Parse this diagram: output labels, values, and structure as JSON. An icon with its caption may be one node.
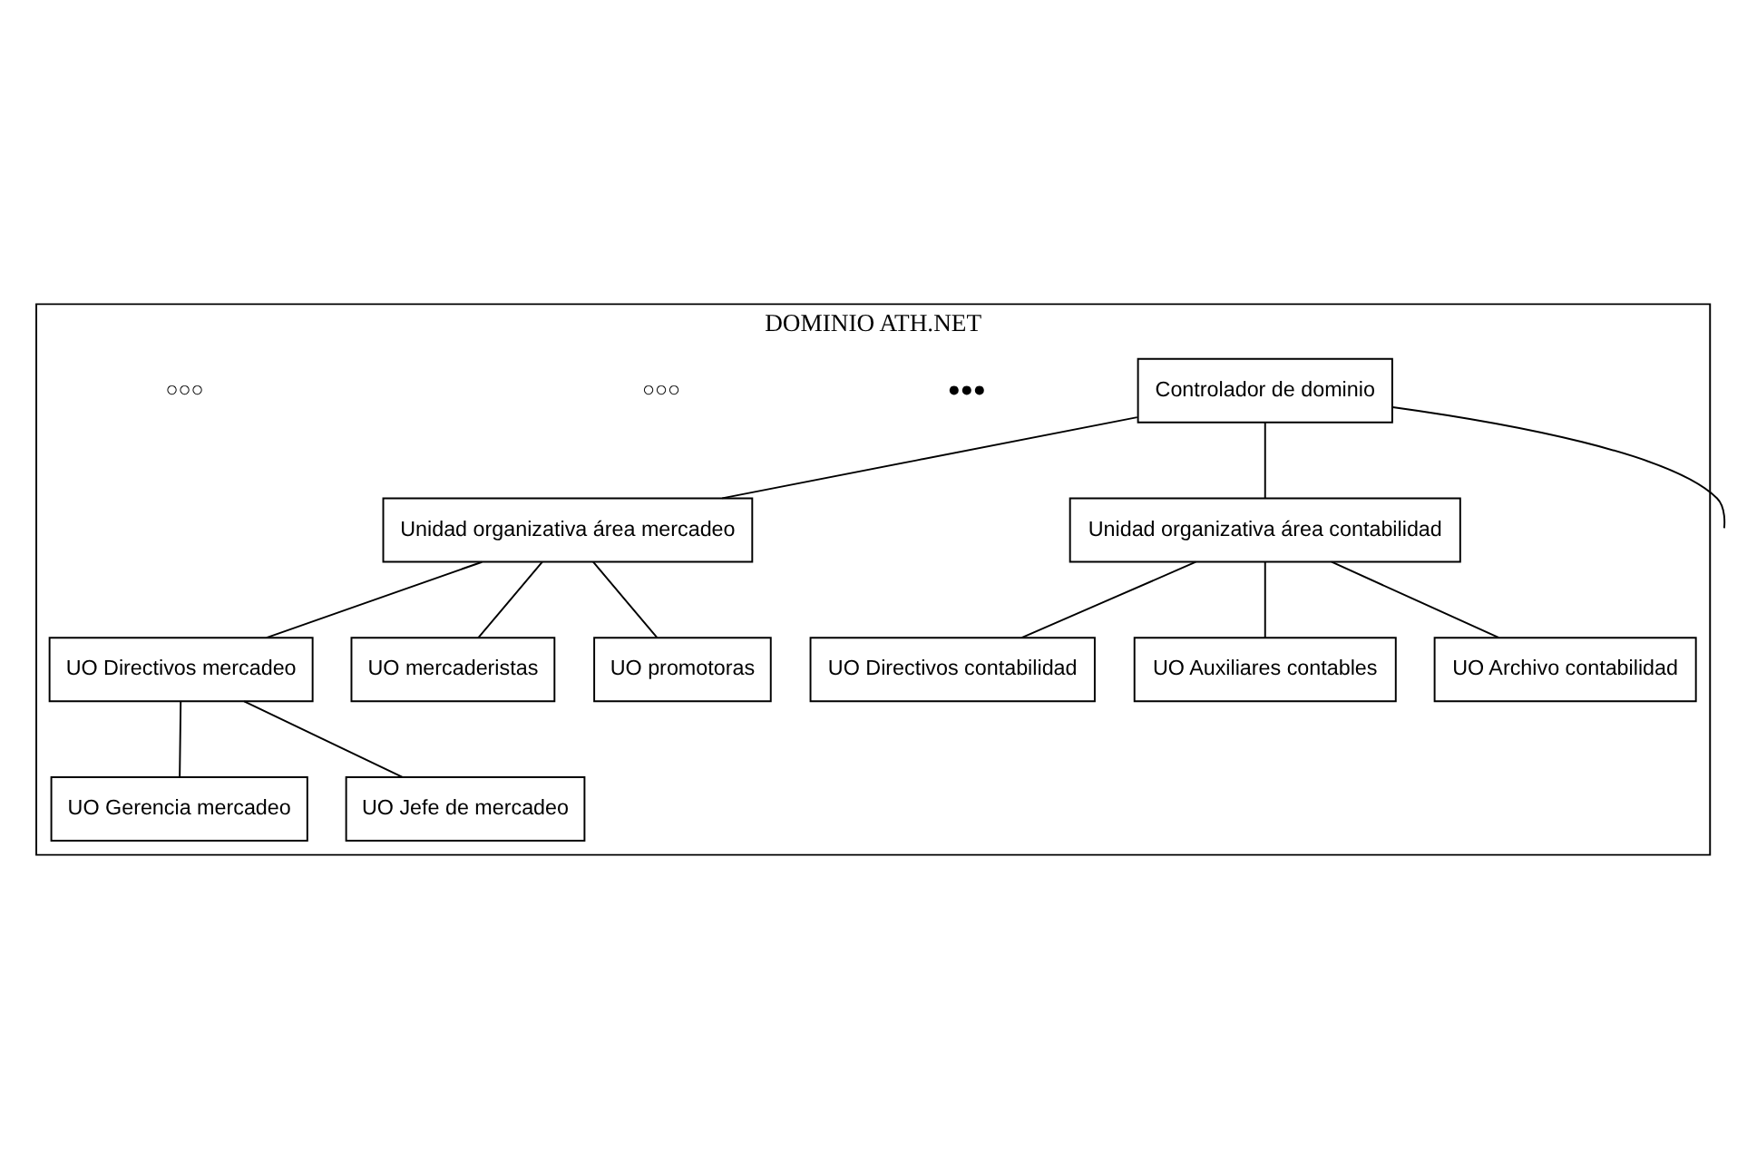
{
  "diagram": {
    "nodes": [
      {
        "text": [
          "DOMINIO ATH.NET"
        ]
      },
      {
        "text": [
          "Controlador de dominio"
        ],
        "in": 0
      },
      {
        "text": [
          "Unidad organizativa área mercadeo"
        ],
        "in": 0
      },
      {
        "text": [
          "Unidad organizativa área contabilidad"
        ],
        "in": 0
      },
      {
        "text": [
          "UO Directivos mercadeo"
        ],
        "in": 0
      },
      {
        "text": [
          "UO mercaderistas"
        ],
        "in": 0
      },
      {
        "text": [
          "UO promotoras"
        ],
        "in": 0
      },
      {
        "text": [
          "UO Directivos contabilidad"
        ],
        "in": 0
      },
      {
        "text": [
          "UO Auxiliares contables"
        ],
        "in": 0
      },
      {
        "text": [
          "UO Archivo contabilidad"
        ],
        "in": 0
      },
      {
        "text": [
          "UO Gerencia mercadeo"
        ],
        "in": 0
      },
      {
        "text": [
          "UO Jefe de mercadeo"
        ],
        "in": 0
      }
    ],
    "edges": [
      {
        "from": 1,
        "to": 2,
        "arrow": "none"
      },
      {
        "from": 1,
        "to": 3,
        "arrow": "none"
      },
      {
        "from": 1,
        "to": null,
        "arrow": "none"
      },
      {
        "from": 2,
        "to": 4,
        "arrow": "none"
      },
      {
        "from": 2,
        "to": 5,
        "arrow": "none"
      },
      {
        "from": 2,
        "to": 6,
        "arrow": "none"
      },
      {
        "from": 3,
        "to": 7,
        "arrow": "none"
      },
      {
        "from": 3,
        "to": 8,
        "arrow": "none"
      },
      {
        "from": 3,
        "to": 9,
        "arrow": "none"
      },
      {
        "from": 4,
        "to": 10,
        "arrow": "none"
      },
      {
        "from": 4,
        "to": 11,
        "arrow": "none"
      }
    ],
    "labels": [
      "●●●",
      "○○○",
      "○○○"
    ]
  }
}
